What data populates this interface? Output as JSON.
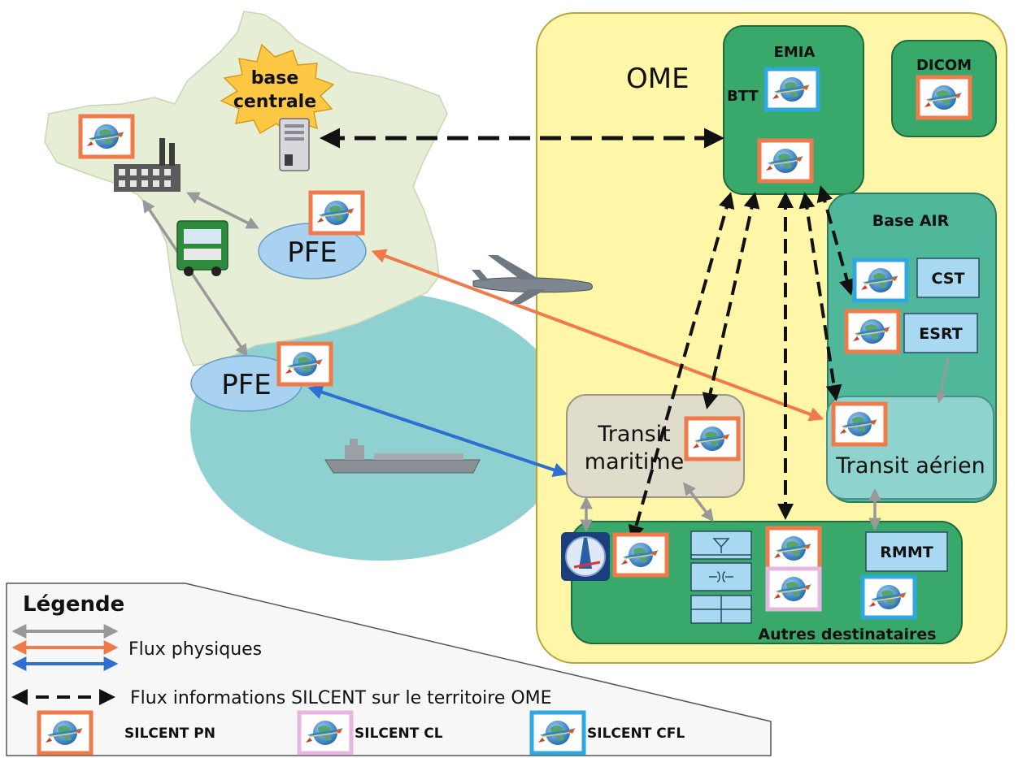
{
  "labels": {
    "base_centrale_line1": "base",
    "base_centrale_line2": "centrale",
    "pfe_north": "PFE",
    "pfe_south": "PFE",
    "ome": "OME",
    "emia": "EMIA",
    "btt": "BTT",
    "dicom": "DICOM",
    "base_air": "Base AIR",
    "cst": "CST",
    "esrt": "ESRT",
    "transit_maritime_line1": "Transit",
    "transit_maritime_line2": "maritime",
    "transit_aerien": "Transit aérien",
    "rmmt": "RMMT",
    "autres_destinataires": "Autres destinataires"
  },
  "legend": {
    "title": "Légende",
    "flux_physiques": "Flux physiques",
    "flux_informations": "Flux informations SILCENT sur le territoire OME",
    "silcent_pn": "SILCENT PN",
    "silcent_cl": "SILCENT CL",
    "silcent_cfl": "SILCENT CFL"
  },
  "colors": {
    "france_land": "#e6efd6",
    "sea": "#8fd0d0",
    "pfe_fill": "#a9d2f0",
    "ome_fill": "#fff6a8",
    "green_dark": "#39a96b",
    "green_mid": "#4fb89a",
    "teal_light": "#8fd3cf",
    "transit_maritime_fill": "#e0dccb",
    "box_blue": "#a9d8f2",
    "silcent_pn_frame": "#f07a4a",
    "silcent_cl_frame": "#e7b6e0",
    "silcent_cfl_frame": "#2fa8e0",
    "flow_gray": "#999999",
    "flow_orange": "#f07a4a",
    "flow_blue": "#2e6fcf",
    "star": "#ffc844"
  },
  "icons": {
    "silcent": "silcent-globe-icon",
    "factory": "factory-icon",
    "truck": "truck-icon",
    "server": "server-icon",
    "airplane": "airplane-icon",
    "ship": "ship-icon",
    "compass": "navigation-icon"
  }
}
